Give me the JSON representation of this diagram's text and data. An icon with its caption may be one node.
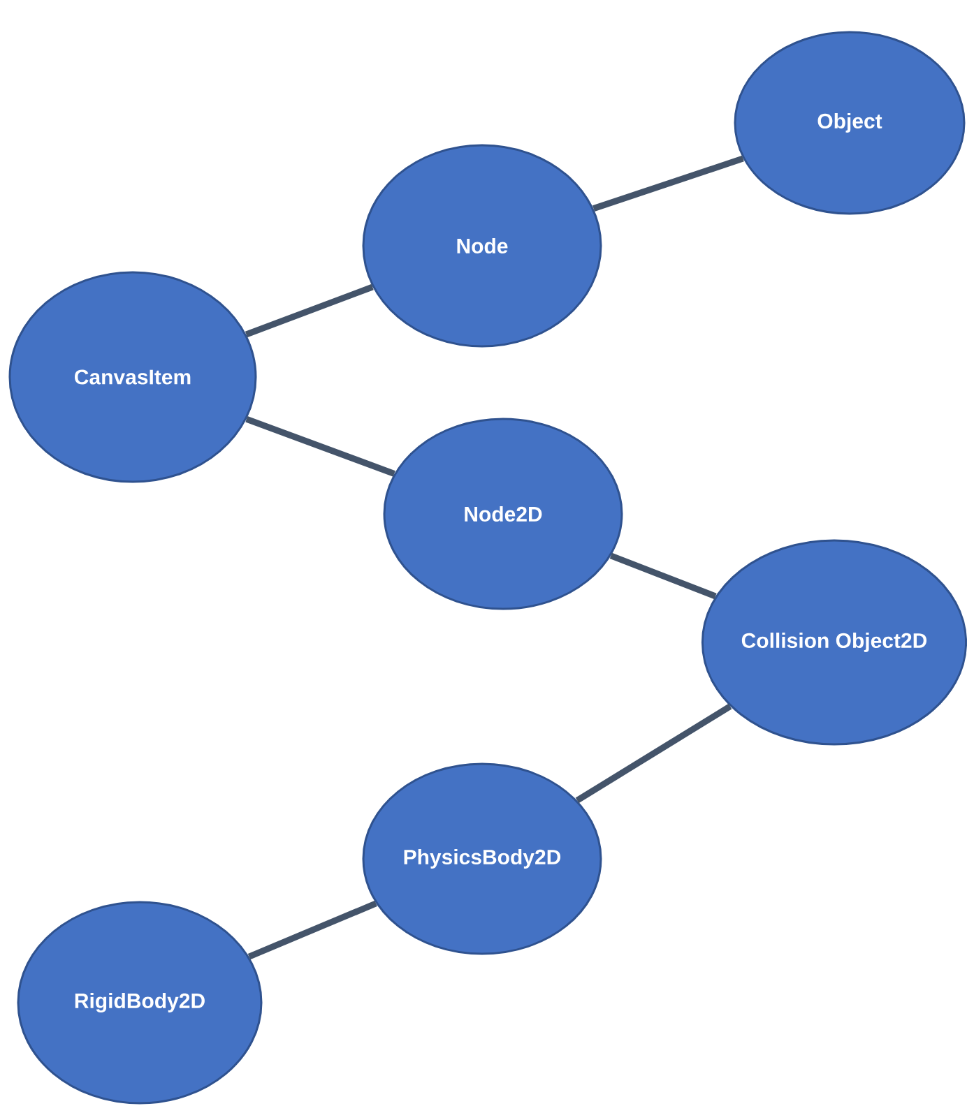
{
  "diagram": {
    "nodes": [
      {
        "text": [
          "Object"
        ]
      },
      {
        "text": [
          "Node"
        ]
      },
      {
        "text": [
          "CanvasItem"
        ]
      },
      {
        "text": [
          "Node2D"
        ]
      },
      {
        "text": [
          "Collision Object2D"
        ]
      },
      {
        "text": [
          "PhysicsBody2D"
        ]
      },
      {
        "text": [
          "RigidBody2D"
        ]
      }
    ],
    "edges": [
      {
        "from": 0,
        "to": 1,
        "arrow": "none"
      },
      {
        "from": 1,
        "to": 2,
        "arrow": "none"
      },
      {
        "from": 2,
        "to": 3,
        "arrow": "none"
      },
      {
        "from": 3,
        "to": 4,
        "arrow": "none"
      },
      {
        "from": 4,
        "to": 5,
        "arrow": "none"
      },
      {
        "from": 5,
        "to": 6,
        "arrow": "none"
      }
    ]
  }
}
